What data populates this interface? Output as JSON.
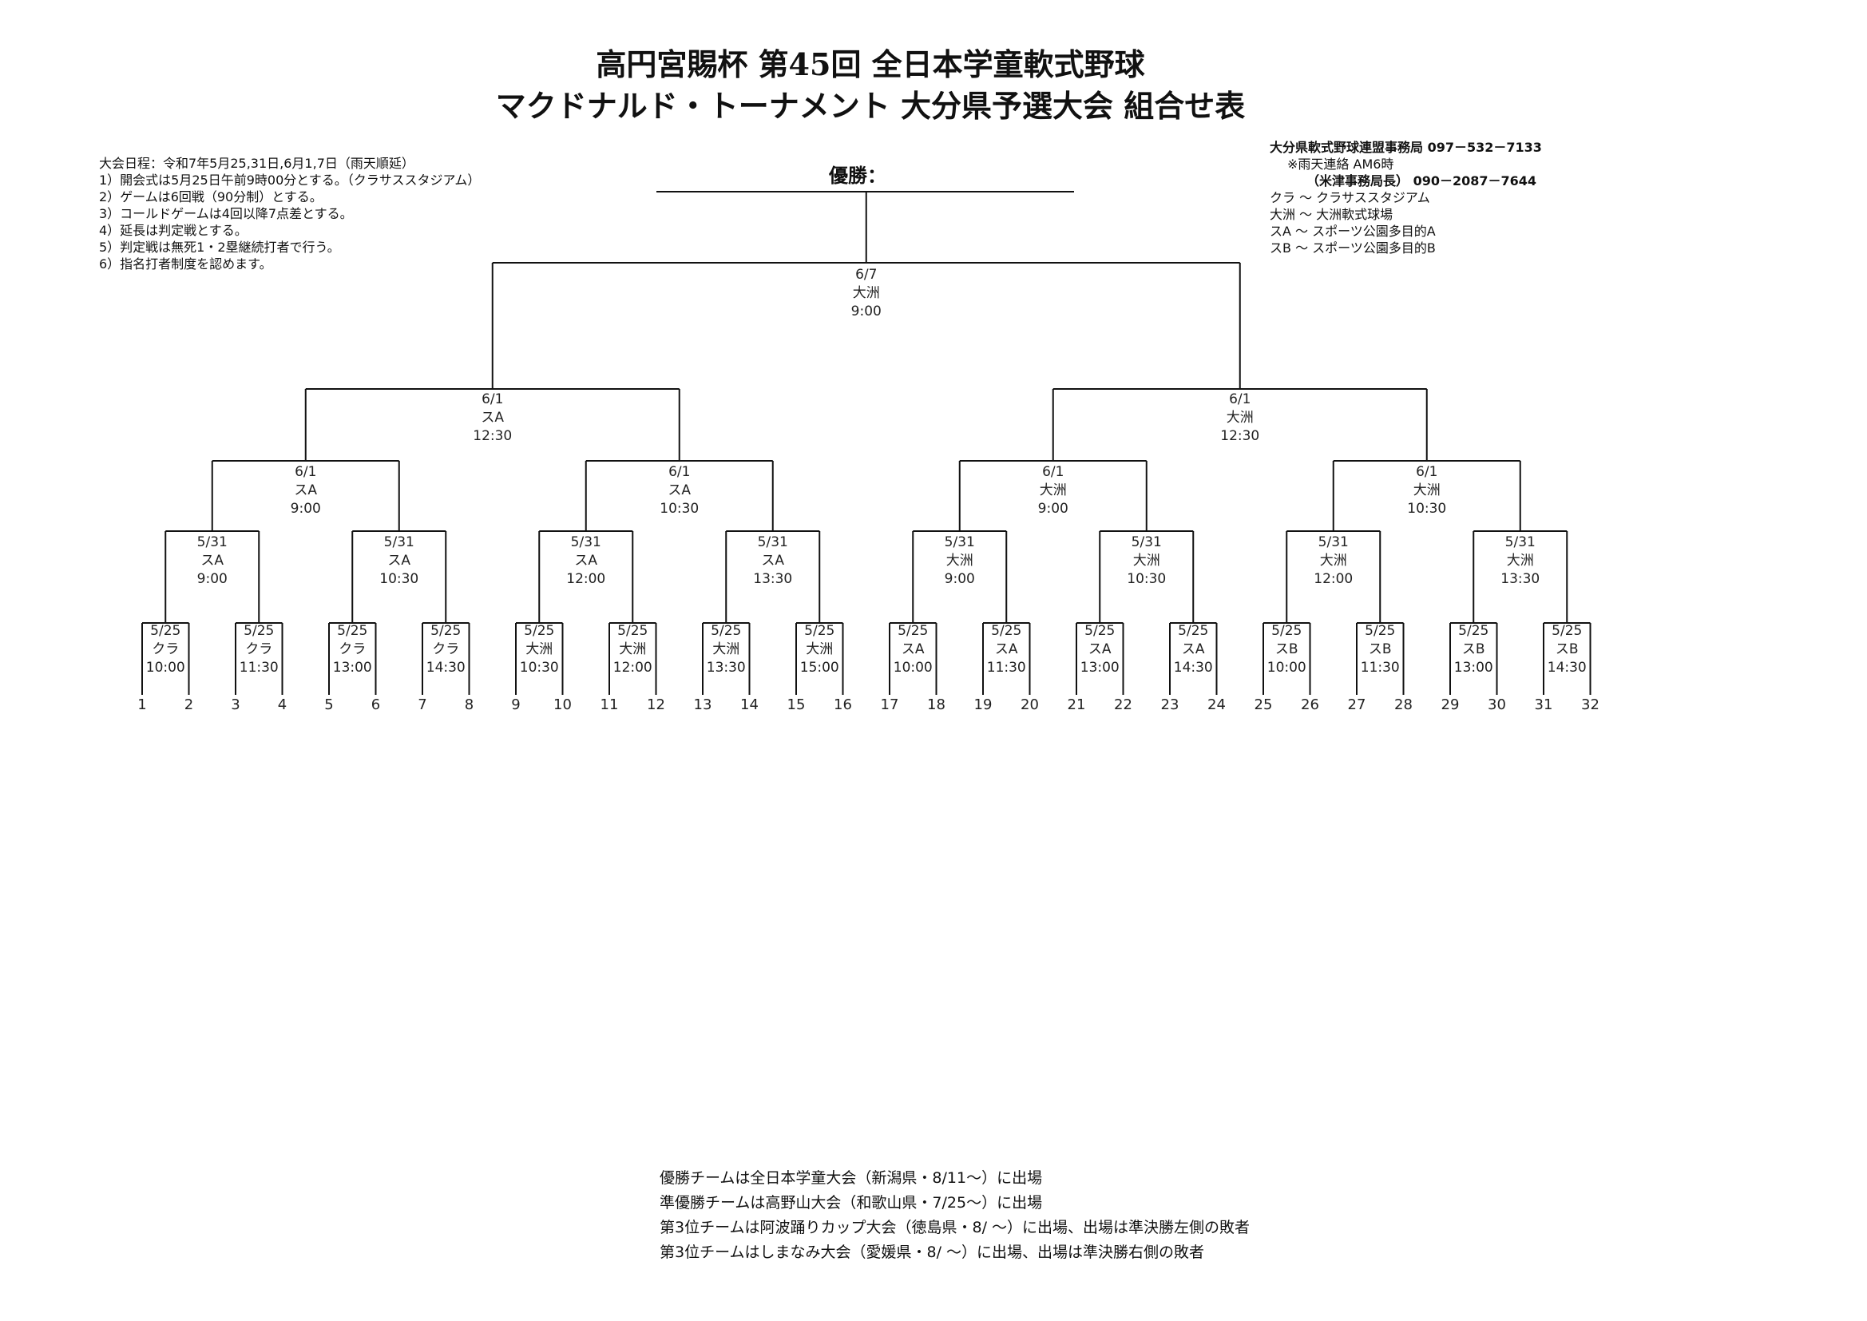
{
  "header": {
    "title_line1": "高円宮賜杯  第45回  全日本学童軟式野球",
    "title_line2": "マクドナルド・トーナメント 大分県予選大会 組合せ表"
  },
  "rules": [
    "大会日程：令和7年5月25,31日,6月1,7日（雨天順延）",
    "1）開会式は5月25日午前9時00分とする。（クラサススタジアム）",
    "2）ゲームは6回戦（90分制）とする。",
    "3）コールドゲームは4回以降7点差とする。",
    "4）延長は判定戦とする。",
    "5）判定戦は無死1・2塁継続打者で行う。",
    "6）指名打者制度を認めます。"
  ],
  "contact": {
    "office": "大分県軟式野球連盟事務局  097－532－7133",
    "rain": "※雨天連絡  AM6時",
    "manager": "（米津事務局長）  090－2087－7644",
    "venues": [
      "クラ  ～ クラサススタジアム",
      "大洲  ～ 大洲軟式球場",
      "スA  ～ スポーツ公園多目的A",
      "スB  ～ スポーツ公園多目的B"
    ]
  },
  "champion_label": "優勝：",
  "bracket": {
    "final": {
      "date": "6/7",
      "venue": "大洲",
      "time": "9:00"
    },
    "semifinals": [
      {
        "date": "6/1",
        "venue": "スA",
        "time": "12:30"
      },
      {
        "date": "6/1",
        "venue": "大洲",
        "time": "12:30"
      }
    ],
    "quarterfinals": [
      {
        "date": "6/1",
        "venue": "スA",
        "time": "9:00"
      },
      {
        "date": "6/1",
        "venue": "スA",
        "time": "10:30"
      },
      {
        "date": "6/1",
        "venue": "大洲",
        "time": "9:00"
      },
      {
        "date": "6/1",
        "venue": "大洲",
        "time": "10:30"
      }
    ],
    "round2": [
      {
        "date": "5/31",
        "venue": "スA",
        "time": "9:00"
      },
      {
        "date": "5/31",
        "venue": "スA",
        "time": "10:30"
      },
      {
        "date": "5/31",
        "venue": "スA",
        "time": "12:00"
      },
      {
        "date": "5/31",
        "venue": "スA",
        "time": "13:30"
      },
      {
        "date": "5/31",
        "venue": "大洲",
        "time": "9:00"
      },
      {
        "date": "5/31",
        "venue": "大洲",
        "time": "10:30"
      },
      {
        "date": "5/31",
        "venue": "大洲",
        "time": "12:00"
      },
      {
        "date": "5/31",
        "venue": "大洲",
        "time": "13:30"
      }
    ],
    "round1": [
      {
        "date": "5/25",
        "venue": "クラ",
        "time": "10:00"
      },
      {
        "date": "5/25",
        "venue": "クラ",
        "time": "11:30"
      },
      {
        "date": "5/25",
        "venue": "クラ",
        "time": "13:00"
      },
      {
        "date": "5/25",
        "venue": "クラ",
        "time": "14:30"
      },
      {
        "date": "5/25",
        "venue": "大洲",
        "time": "10:30"
      },
      {
        "date": "5/25",
        "venue": "大洲",
        "time": "12:00"
      },
      {
        "date": "5/25",
        "venue": "大洲",
        "time": "13:30"
      },
      {
        "date": "5/25",
        "venue": "大洲",
        "time": "15:00"
      },
      {
        "date": "5/25",
        "venue": "スA",
        "time": "10:00"
      },
      {
        "date": "5/25",
        "venue": "スA",
        "time": "11:30"
      },
      {
        "date": "5/25",
        "venue": "スA",
        "time": "13:00"
      },
      {
        "date": "5/25",
        "venue": "スA",
        "time": "14:30"
      },
      {
        "date": "5/25",
        "venue": "スB",
        "time": "10:00"
      },
      {
        "date": "5/25",
        "venue": "スB",
        "time": "11:30"
      },
      {
        "date": "5/25",
        "venue": "スB",
        "time": "13:00"
      },
      {
        "date": "5/25",
        "venue": "スB",
        "time": "14:30"
      }
    ],
    "slots": [
      "1",
      "2",
      "3",
      "4",
      "5",
      "6",
      "7",
      "8",
      "9",
      "10",
      "11",
      "12",
      "13",
      "14",
      "15",
      "16",
      "17",
      "18",
      "19",
      "20",
      "21",
      "22",
      "23",
      "24",
      "25",
      "26",
      "27",
      "28",
      "29",
      "30",
      "31",
      "32"
    ]
  },
  "notes": [
    "優勝チームは全日本学童大会（新潟県・8/11～）に出場",
    "準優勝チームは高野山大会（和歌山県・7/25～）に出場",
    "第3位チームは阿波踊りカップ大会（徳島県・8/  ～）に出場、出場は準決勝左側の敗者",
    "第3位チームはしまなみ大会（愛媛県・8/  ～）に出場、出場は準決勝右側の敗者"
  ]
}
